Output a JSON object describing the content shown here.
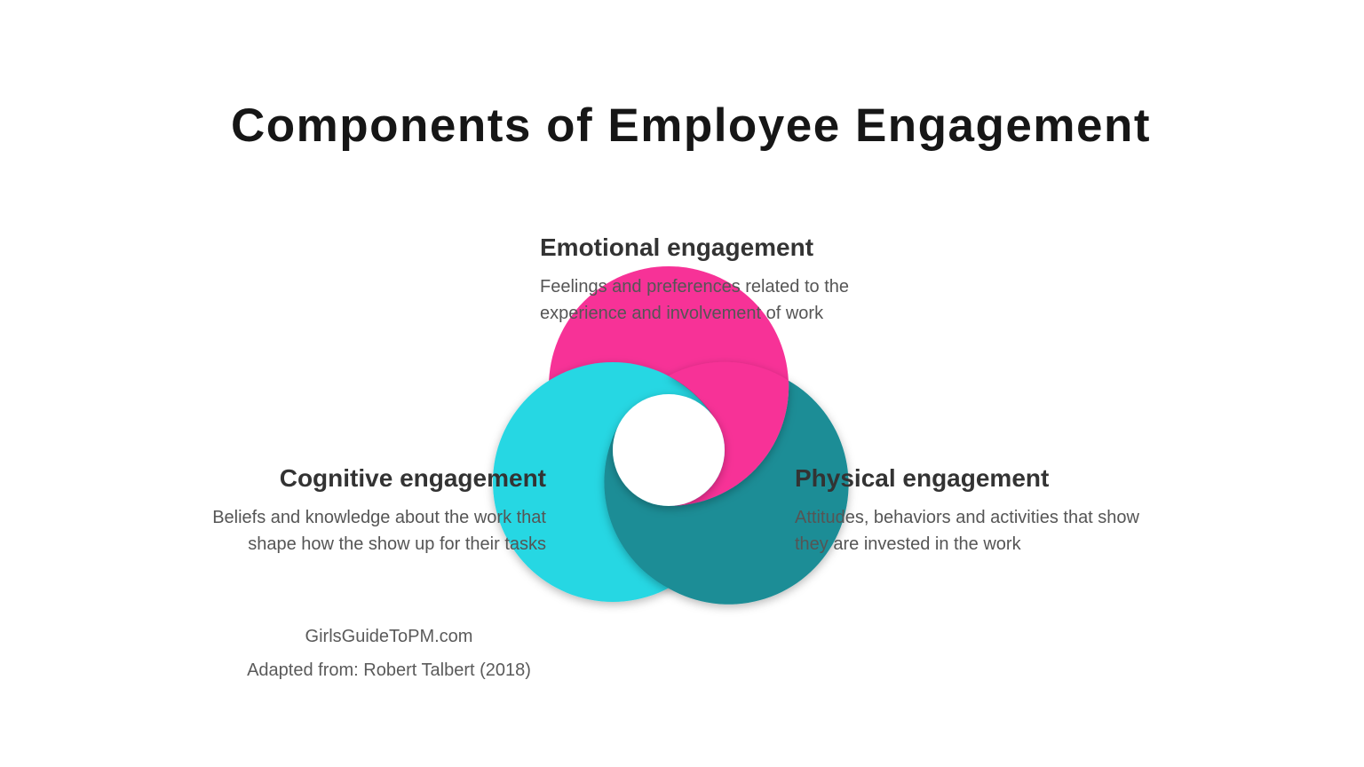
{
  "title": "Components of Employee Engagement",
  "sections": {
    "emotional": {
      "heading": "Emotional engagement",
      "body1": "Feelings and preferences related to the",
      "body2": "experience and involvement of work"
    },
    "cognitive": {
      "heading": "Cognitive engagement",
      "body1": "Beliefs and knowledge about the work that",
      "body2": "shape how the show up for their tasks"
    },
    "physical": {
      "heading": "Physical engagement",
      "body1": "Attitudes, behaviors and activities that show",
      "body2": "they are invested in the work"
    }
  },
  "attribution": {
    "site": "GirlsGuideToPM.com",
    "source": "Adapted from: Robert Talbert (2018)"
  },
  "colors": {
    "pink": "#F73297",
    "cyan": "#26D7E3",
    "teal": "#1A8D96",
    "center": "#FFFFFF",
    "background": "#FFFFFF",
    "title_text": "#161616",
    "heading_text": "#333333",
    "body_text": "#555555",
    "attribution_text": "#5A5A5A"
  }
}
